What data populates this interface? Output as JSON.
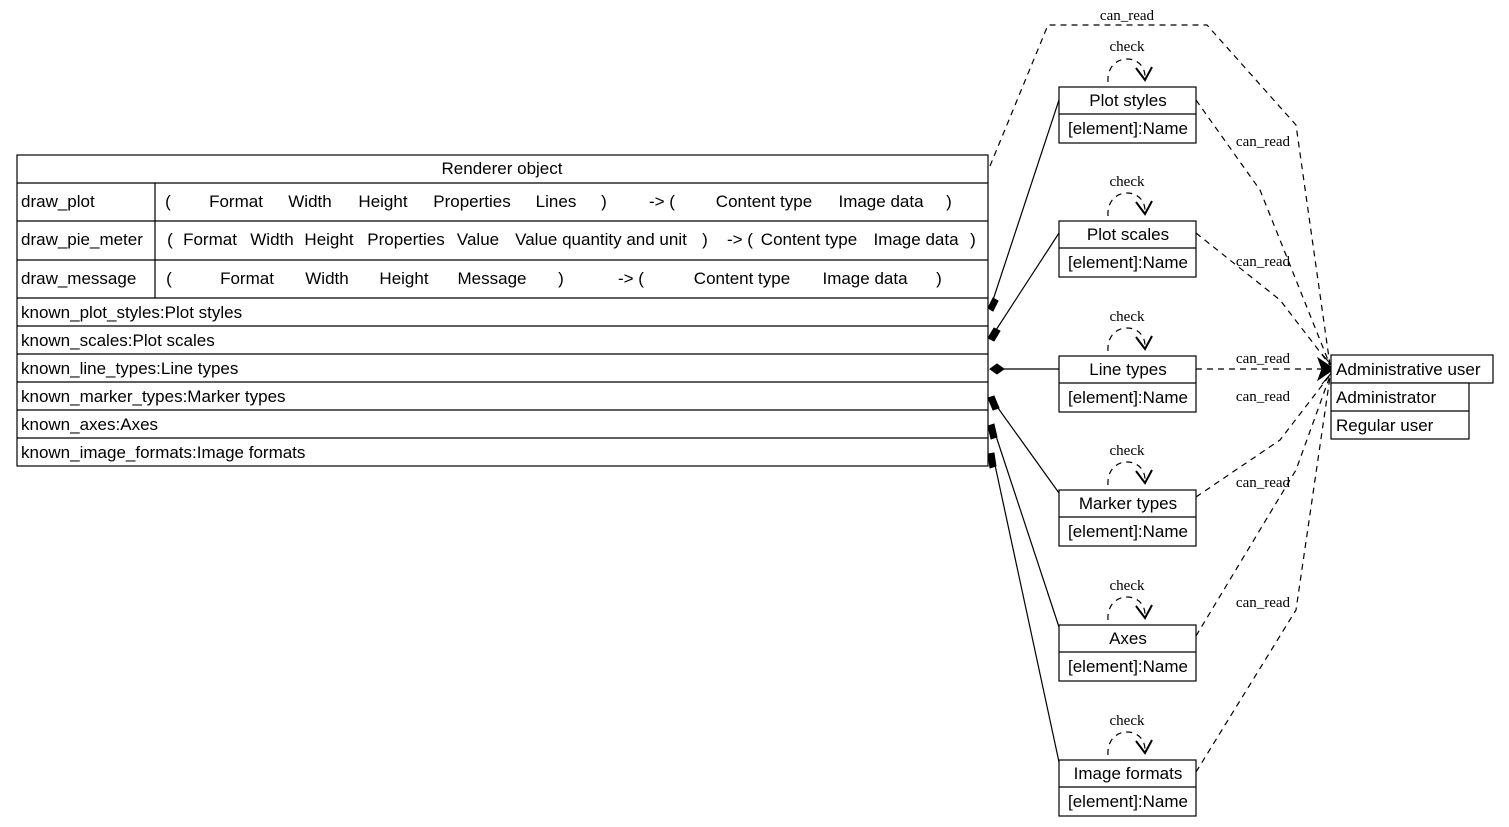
{
  "renderer": {
    "title": "Renderer object",
    "methods": [
      {
        "name": "draw_plot",
        "open": "(",
        "params": [
          "Format",
          "Width",
          "Height",
          "Properties",
          "Lines"
        ],
        "close": ")",
        "arrow": "-> (",
        "returns": [
          "Content type",
          "Image data"
        ],
        "end": ")"
      },
      {
        "name": "draw_pie_meter",
        "open": "(",
        "params": [
          "Format",
          "Width",
          "Height",
          "Properties",
          "Value",
          "Value quantity and unit"
        ],
        "close": ")",
        "arrow": "-> (",
        "returns": [
          "Content type",
          "Image data"
        ],
        "end": ")"
      },
      {
        "name": "draw_message",
        "open": "(",
        "params": [
          "Format",
          "Width",
          "Height",
          "Message"
        ],
        "close": ")",
        "arrow": "-> (",
        "returns": [
          "Content type",
          "Image data"
        ],
        "end": ")"
      }
    ],
    "attributes": [
      "known_plot_styles:Plot styles",
      "known_scales:Plot scales",
      "known_line_types:Line types",
      "known_marker_types:Marker types",
      "known_axes:Axes",
      "known_image_formats:Image formats"
    ]
  },
  "enums": [
    {
      "title": "Plot styles",
      "field": "[element]:Name",
      "check": "check"
    },
    {
      "title": "Plot scales",
      "field": "[element]:Name",
      "check": "check"
    },
    {
      "title": "Line types",
      "field": "[element]:Name",
      "check": "check"
    },
    {
      "title": "Marker types",
      "field": "[element]:Name",
      "check": "check"
    },
    {
      "title": "Axes",
      "field": "[element]:Name",
      "check": "check"
    },
    {
      "title": "Image formats",
      "field": "[element]:Name",
      "check": "check"
    }
  ],
  "user": {
    "title": "Administrative user",
    "roles": [
      "Administrator",
      "Regular user"
    ]
  },
  "edge_labels": {
    "top": "can_read",
    "enum": [
      "can_read",
      "can_read",
      "can_read",
      "can_read",
      "can_read",
      "can_read"
    ]
  }
}
